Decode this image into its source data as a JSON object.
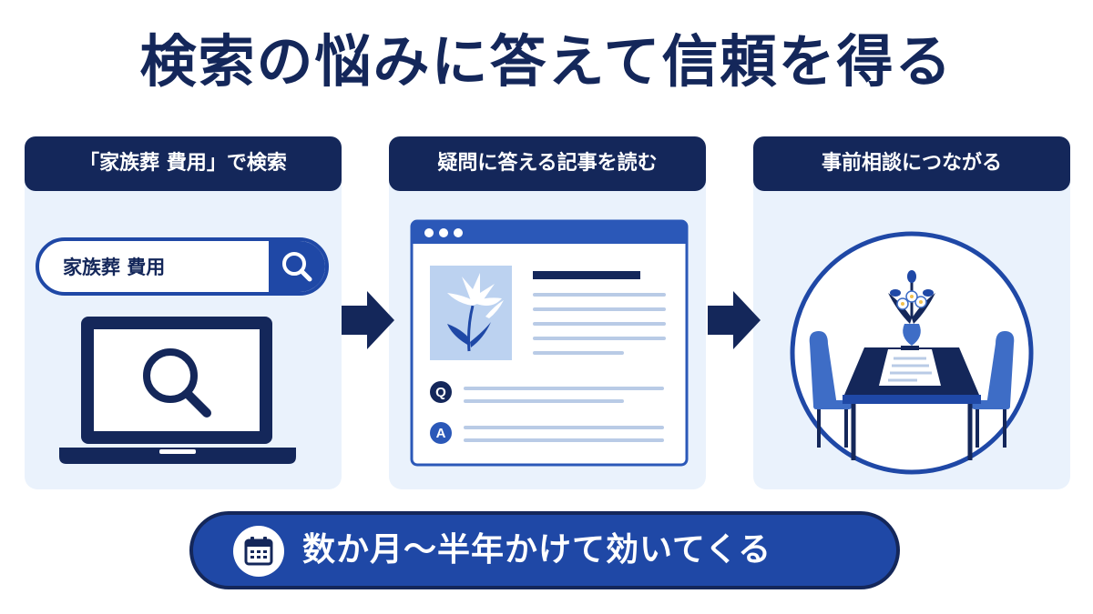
{
  "title": "検索の悩みに答えて信頼を得る",
  "steps": [
    {
      "label": "「家族葬 費用」で検索",
      "search_query": "家族葬 費用"
    },
    {
      "label": "疑問に答える記事を読む",
      "q_marker": "Q",
      "a_marker": "A"
    },
    {
      "label": "事前相談につながる"
    }
  ],
  "bottom_banner": {
    "text": "数か月〜半年かけて効いてくる"
  },
  "icons": {
    "step1": [
      "search-icon",
      "laptop-icon",
      "magnifier-icon"
    ],
    "step2": [
      "browser-window-icon",
      "lily-flower-icon",
      "qa-icon"
    ],
    "step3": [
      "consultation-table-icon",
      "chair-icon",
      "flower-vase-icon",
      "document-icon"
    ],
    "banner": "calendar-icon",
    "connectors": "arrow-right-icon"
  },
  "colors": {
    "navy": "#14275a",
    "blue": "#1f48a6",
    "mid_blue": "#3e6dc6",
    "panel_bg": "#eaf2fc",
    "light_line": "#b9cbe6"
  }
}
